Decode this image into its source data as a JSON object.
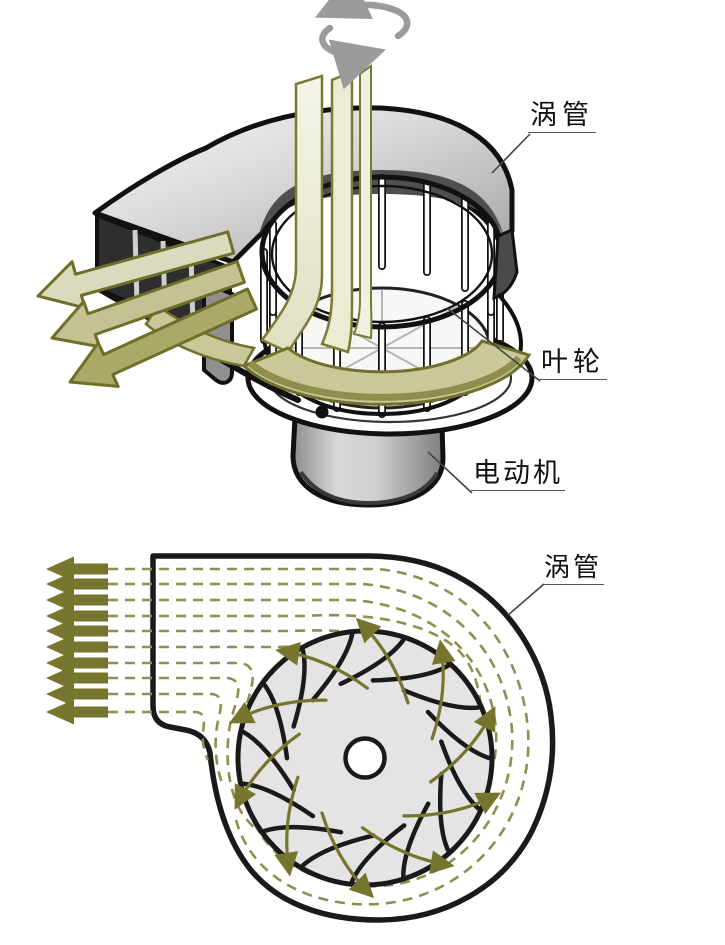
{
  "page": {
    "background": "#ffffff"
  },
  "panel_3d": {
    "type": "cutaway-illustration-of-centrifugal-fan",
    "labels": {
      "volute": "涡管",
      "impeller": "叶轮",
      "motor": "电动机"
    },
    "inlet_ribbon_count": 3,
    "outlet_arrow_count": 3,
    "cage_blade_count": 16,
    "rotation_direction": "counterclockwise"
  },
  "panel_2d": {
    "type": "volute-flow-schematic",
    "labels": {
      "volute": "涡管"
    },
    "outlet_arrow_count": 10,
    "streamline_count": 10,
    "impeller_blade_count": 15,
    "rim_arrow_count": 10,
    "rotation_direction": "counterclockwise"
  },
  "colors": {
    "outline_black": "#1a1a1a",
    "olive_dark": "#75752d",
    "olive_mid": "#a9a968",
    "khaki_light": "#dadabc",
    "stream_dash_olive": "#8f8f4f",
    "ribbon_pale": "#f1f1e1",
    "swirl_band": "#c8c898",
    "housing_gray_light": "#f8f8f8",
    "housing_gray_dark": "#a2a2a2",
    "cut_face_gray": "#909090",
    "interior_dark": "#2e2e2e",
    "rotation_arrow_gray": "#9b9b9b",
    "impeller_fill": "#e4e4e4",
    "leader_line": "#444444"
  }
}
